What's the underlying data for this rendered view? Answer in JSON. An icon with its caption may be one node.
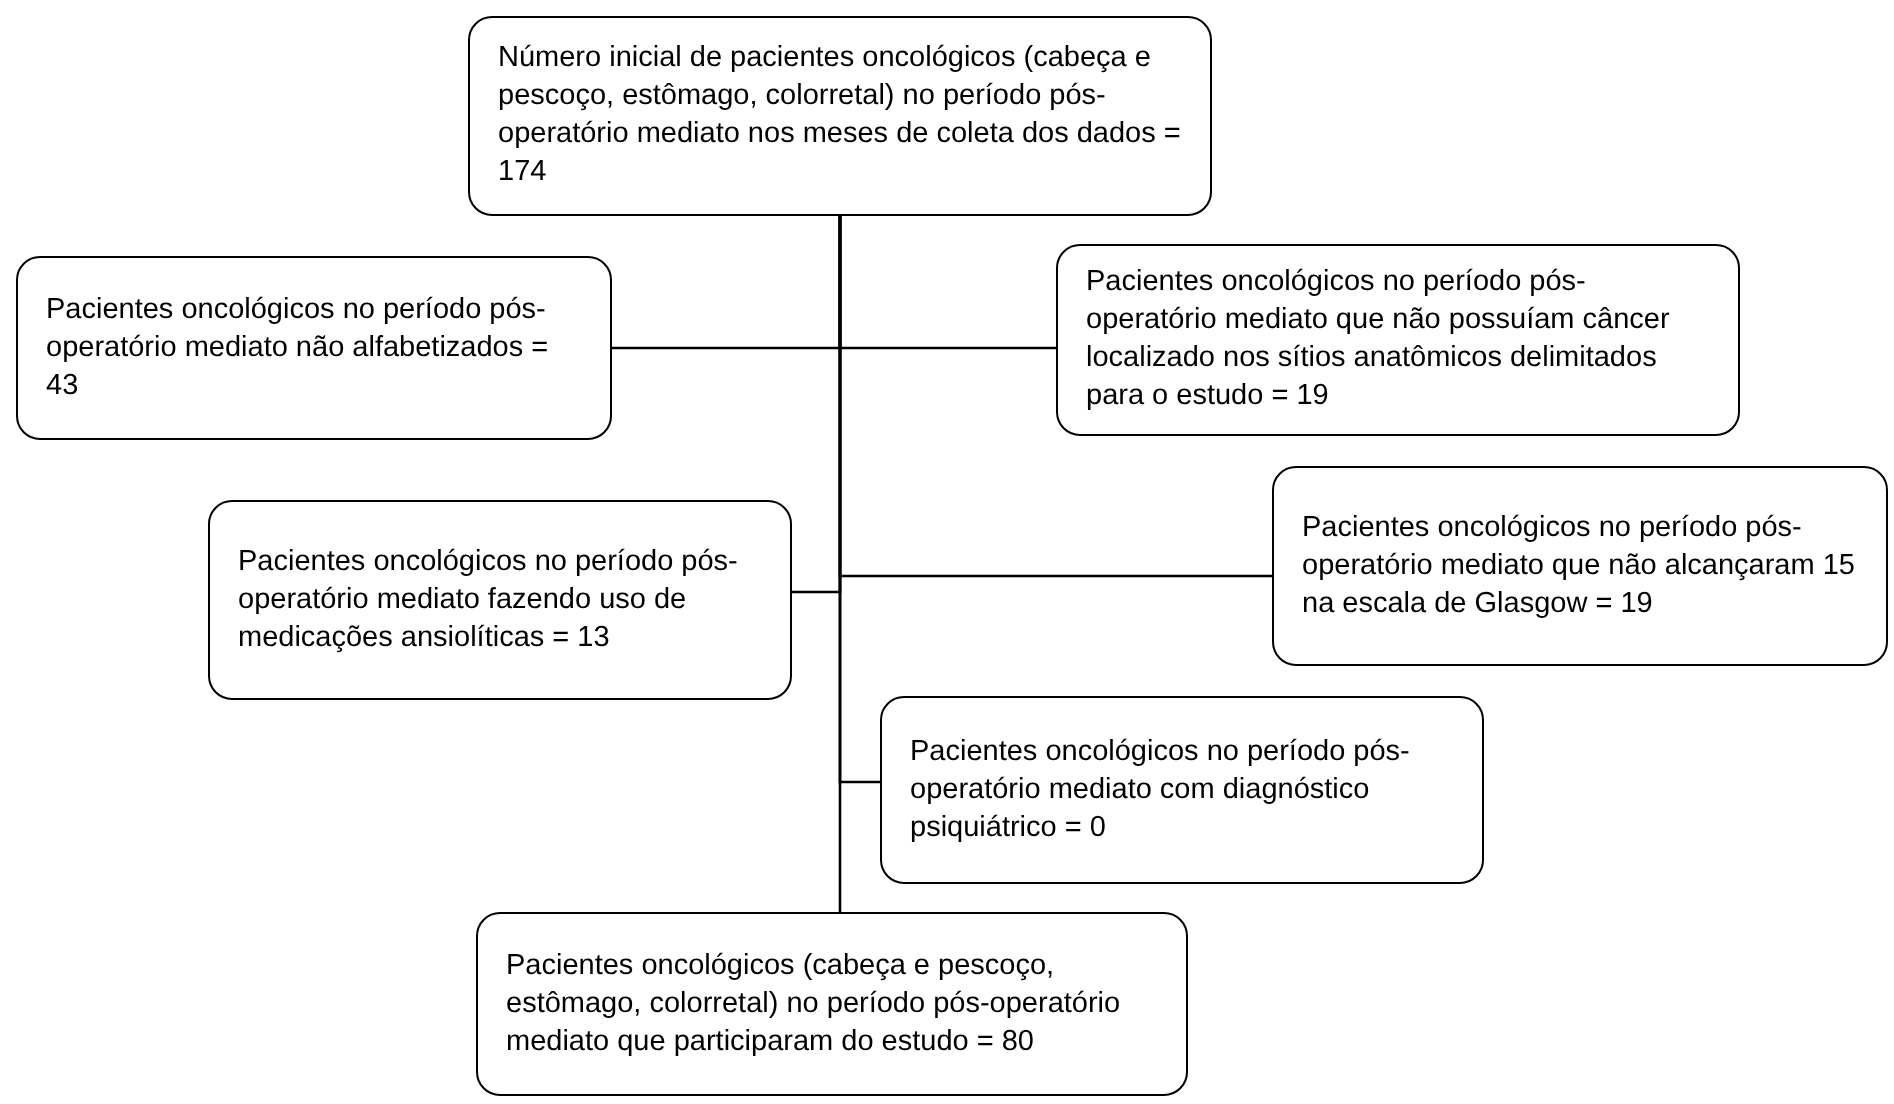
{
  "diagram": {
    "nodes": [
      {
        "text": [
          "Número inicial de pacientes oncológicos (cabeça e pescoço, estômago, colorretal) no período pós-operatório mediato nos meses de coleta dos dados = 174"
        ]
      },
      {
        "text": [
          "Pacientes oncológicos no período pós-operatório mediato não alfabetizados = 43"
        ]
      },
      {
        "text": [
          "Pacientes oncológicos no período pós-operatório mediato que não possuíam câncer localizado nos sítios anatômicos delimitados para o estudo = 19"
        ]
      },
      {
        "text": [
          "Pacientes oncológicos no período pós-operatório mediato fazendo uso de medicações ansiolíticas = 13"
        ]
      },
      {
        "text": [
          "Pacientes oncológicos no período pós-operatório mediato que não alcançaram 15 na escala de Glasgow = 19"
        ]
      },
      {
        "text": [
          "Pacientes oncológicos no período pós-operatório mediato com diagnóstico psiquiátrico = 0"
        ]
      },
      {
        "text": [
          "Pacientes oncológicos (cabeça e pescoço, estômago, colorretal) no período pós-operatório mediato que participaram do estudo = 80"
        ]
      }
    ],
    "edges": [
      {
        "from": 0,
        "to": 1,
        "arrow": "none"
      },
      {
        "from": 0,
        "to": 2,
        "arrow": "none"
      },
      {
        "from": 0,
        "to": 3,
        "arrow": "none"
      },
      {
        "from": 0,
        "to": 4,
        "arrow": "none"
      },
      {
        "from": 0,
        "to": 5,
        "arrow": "none"
      },
      {
        "from": 0,
        "to": 6,
        "arrow": "none"
      }
    ]
  }
}
